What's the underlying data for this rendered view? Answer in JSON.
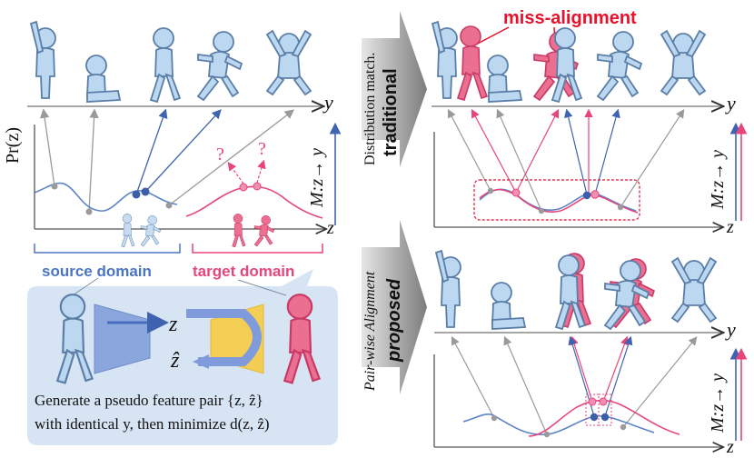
{
  "left": {
    "y_axis": "y",
    "z_axis": "z",
    "pr_label": "Pr(z)",
    "mapping_label": "M:z→ y",
    "question_mark": "?",
    "source_label": "source domain",
    "target_label": "target domain"
  },
  "callout": {
    "z": "z",
    "z_hat": "ẑ",
    "line1": "Generate a pseudo feature pair {z, ẑ}",
    "line2": "with identical y, then minimize d(z, ẑ)"
  },
  "arrows": {
    "top_small": "Distribution match.",
    "top_big": "traditional",
    "bottom_small": "Pair-wise Alignment",
    "bottom_big": "proposed"
  },
  "right": {
    "miss_label": "miss-alignment",
    "y_axis": "y",
    "z_axis": "z",
    "mapping_label": "M:z→ y"
  },
  "colors": {
    "source_blue": "#4a74c4",
    "target_pink": "#e8457c",
    "figure_fill": "#bcd7f0",
    "figure_stroke": "#5a7ea8",
    "pink_fill": "#ea6f90",
    "miss_red": "#e8102a",
    "callout_bg": "#d7e4f4",
    "yellow": "#f4cd55",
    "arrow_gray": "#8c8c8c"
  }
}
